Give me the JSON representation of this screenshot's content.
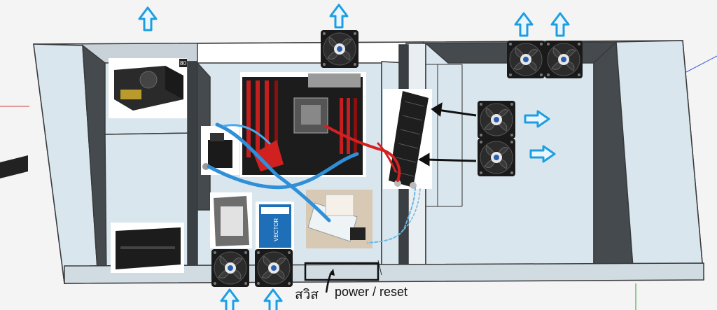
{
  "diagram": {
    "labels": {
      "switch_thai": "สวิส",
      "power_reset": "power / reset",
      "psu_badge": "80",
      "ssd_brand": "VECTOR"
    },
    "components": [
      "power-supply",
      "motherboard",
      "radiator",
      "water-pump",
      "reservoir",
      "hard-drive",
      "ssd",
      "dvd-drive"
    ],
    "fans": {
      "top_center_count": 1,
      "top_right_count": 2,
      "radiator_count": 2,
      "bottom_count": 2
    },
    "colors": {
      "arrow": "#1e9ee0",
      "tube_blue": "#2f8fd8",
      "tube_red": "#d42020",
      "panel": "#d9e6ee",
      "frame": "#5a5f63",
      "dark_wall": "#454a4e"
    }
  }
}
